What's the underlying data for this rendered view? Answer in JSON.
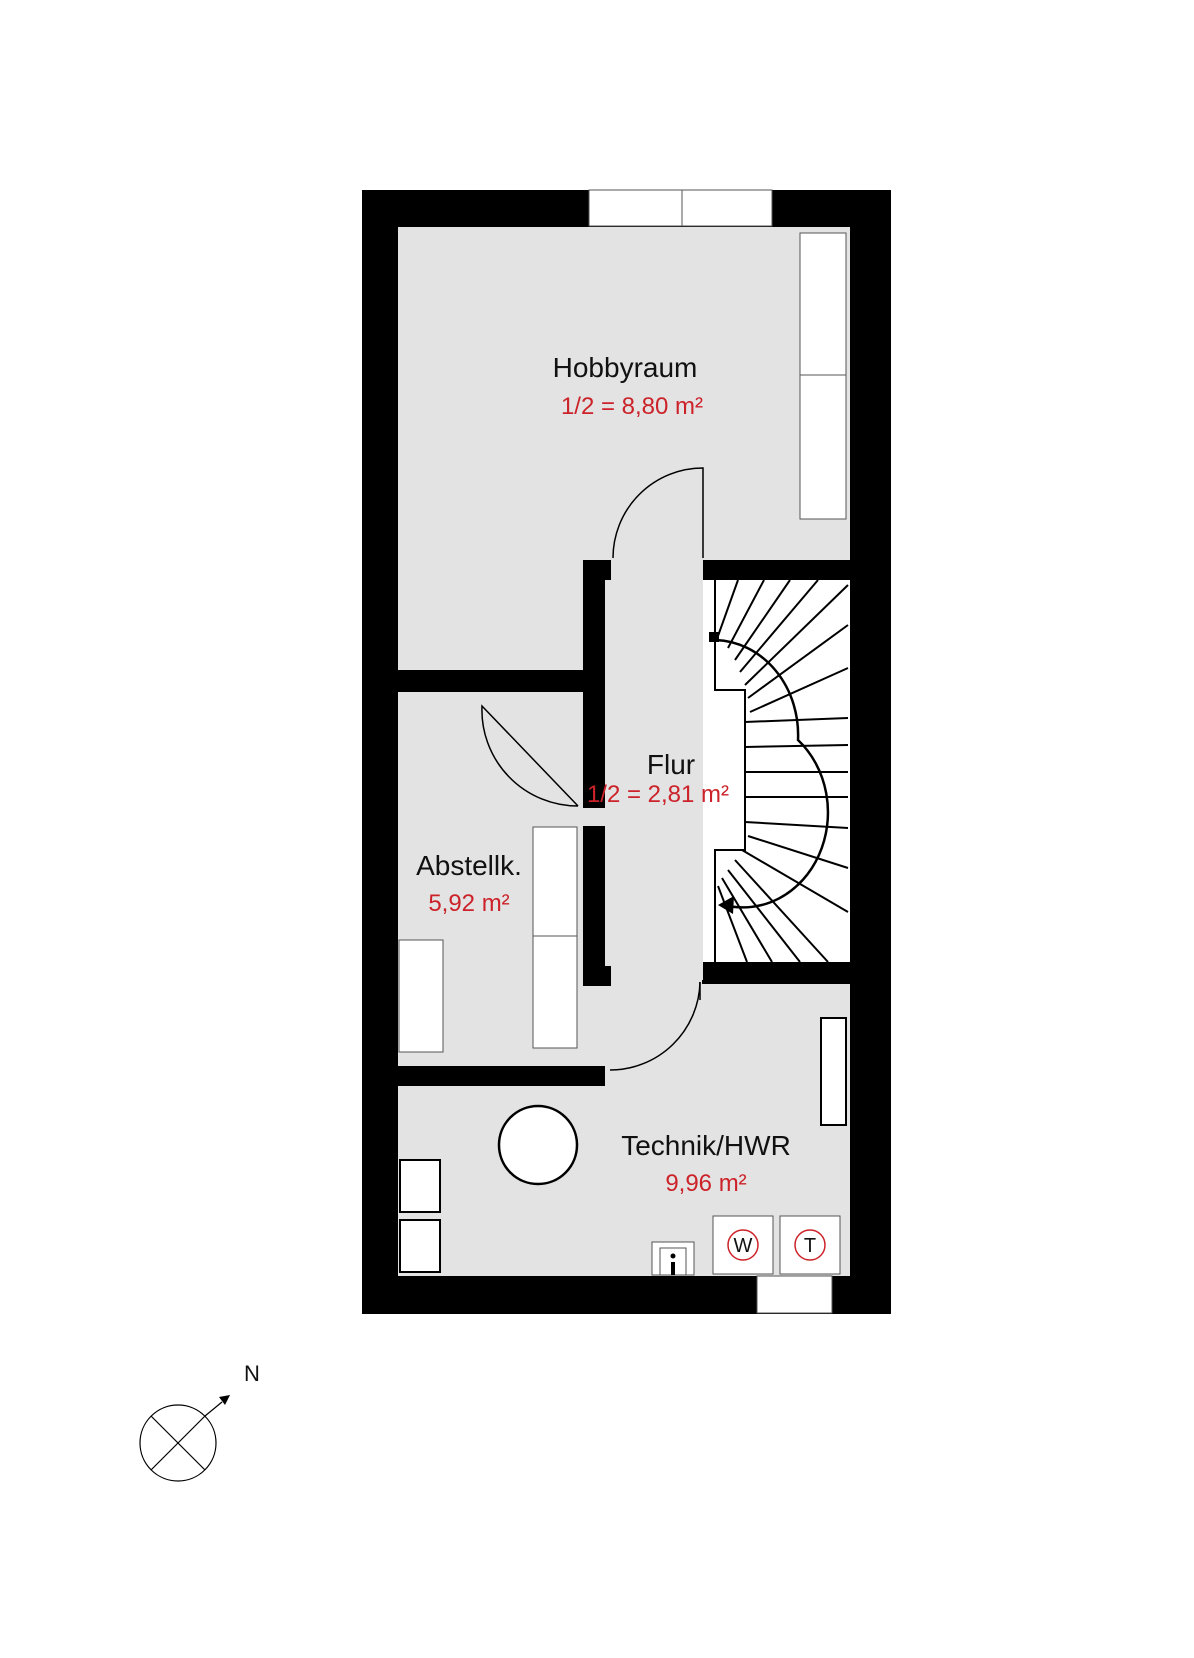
{
  "colors": {
    "wall": "#000000",
    "floor": "#e3e3e3",
    "area_text": "#cc2229",
    "fixture_fill": "#ffffff",
    "fixture_stroke": "#555555"
  },
  "rooms": {
    "hobbyraum": {
      "name": "Hobbyraum",
      "area": "1/2 = 8,80 m²"
    },
    "flur": {
      "name": "Flur",
      "area": "1/2 = 2,81 m²"
    },
    "abstellk": {
      "name": "Abstellk.",
      "area": "5,92 m²"
    },
    "technik": {
      "name": "Technik/HWR",
      "area": "9,96 m²"
    }
  },
  "appliances": {
    "washer": "W",
    "dryer": "T"
  },
  "compass": {
    "north_label": "N",
    "icon": "compass-icon"
  }
}
